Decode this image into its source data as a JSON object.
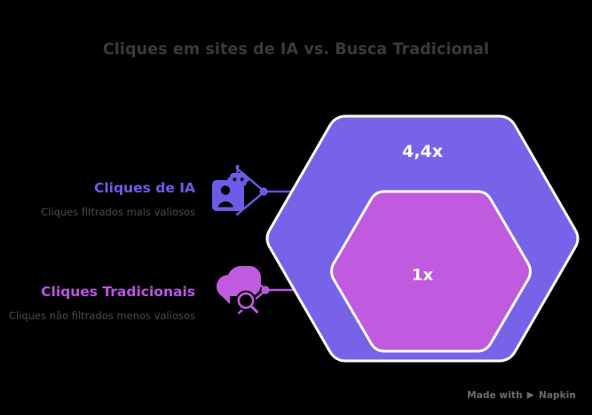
{
  "chart_data": {
    "type": "bar",
    "title": "Cliques em sites de IA vs. Busca Tradicional",
    "xlabel": "",
    "ylabel": "",
    "categories": [
      "Cliques de IA",
      "Cliques Tradicionais"
    ],
    "values": [
      4.4,
      1
    ],
    "value_labels": [
      "4,4x",
      "1x"
    ],
    "unit": "x",
    "grid": false,
    "legend": "none",
    "layout": "nested-hexagons",
    "annotations": [
      "Cliques filtrados mais valiosos",
      "Cliques não filtrados menos valiosos"
    ]
  },
  "page": {
    "title": "Cliques em sites de IA vs. Busca Tradicional",
    "background_color": "#000000"
  },
  "items": [
    {
      "id": "ai",
      "heading": "Cliques de IA",
      "subtitle": "Cliques filtrados mais valiosos",
      "value_label": "4,4x",
      "color": "#6b5ce7",
      "icon": "robot-person-icon"
    },
    {
      "id": "traditional",
      "heading": "Cliques Tradicionais",
      "subtitle": "Cliques não filtrados menos valiosos",
      "value_label": "1x",
      "color": "#b956e0",
      "icon": "speech-bubble-search-icon"
    }
  ],
  "hexagons": {
    "outer": {
      "value_label": "4,4x",
      "fill": "#7763e8",
      "stroke": "#ffffff"
    },
    "inner": {
      "value_label": "1x",
      "fill": "#c05ade",
      "stroke": "#ffffff"
    }
  },
  "watermark": {
    "prefix": "Made with",
    "mark": "▶",
    "brand": "Napkin"
  }
}
